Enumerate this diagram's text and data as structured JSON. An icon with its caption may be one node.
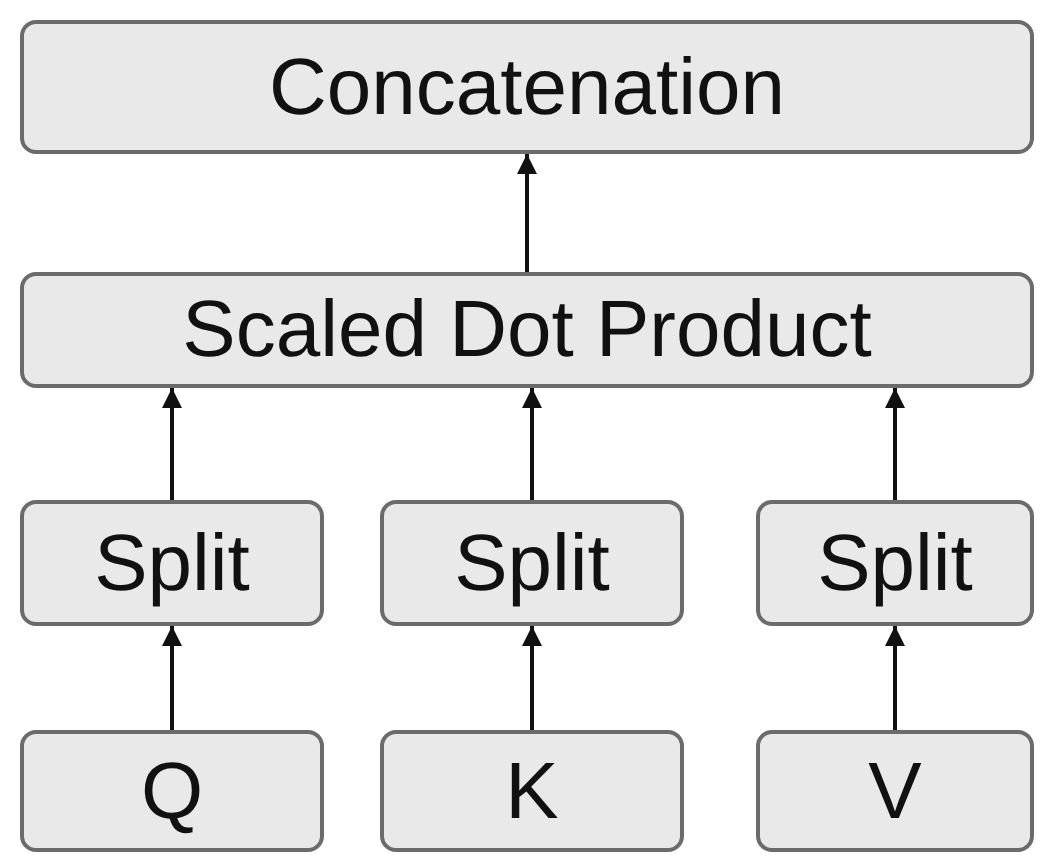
{
  "diagram": {
    "nodes": [
      {
        "text": [
          "Concatenation"
        ]
      },
      {
        "text": [
          "Scaled Dot Product"
        ]
      },
      {
        "text": [
          "Split"
        ]
      },
      {
        "text": [
          "Split"
        ]
      },
      {
        "text": [
          "Split"
        ]
      },
      {
        "text": [
          "Q"
        ]
      },
      {
        "text": [
          "K"
        ]
      },
      {
        "text": [
          "V"
        ]
      }
    ],
    "edges": [
      {
        "from": 5,
        "to": 2,
        "arrow": "to"
      },
      {
        "from": 6,
        "to": 3,
        "arrow": "to"
      },
      {
        "from": 7,
        "to": 4,
        "arrow": "to"
      },
      {
        "from": 2,
        "to": 1,
        "arrow": "to"
      },
      {
        "from": 3,
        "to": 1,
        "arrow": "to"
      },
      {
        "from": 4,
        "to": 1,
        "arrow": "to"
      },
      {
        "from": 1,
        "to": 0,
        "arrow": "to"
      }
    ]
  }
}
